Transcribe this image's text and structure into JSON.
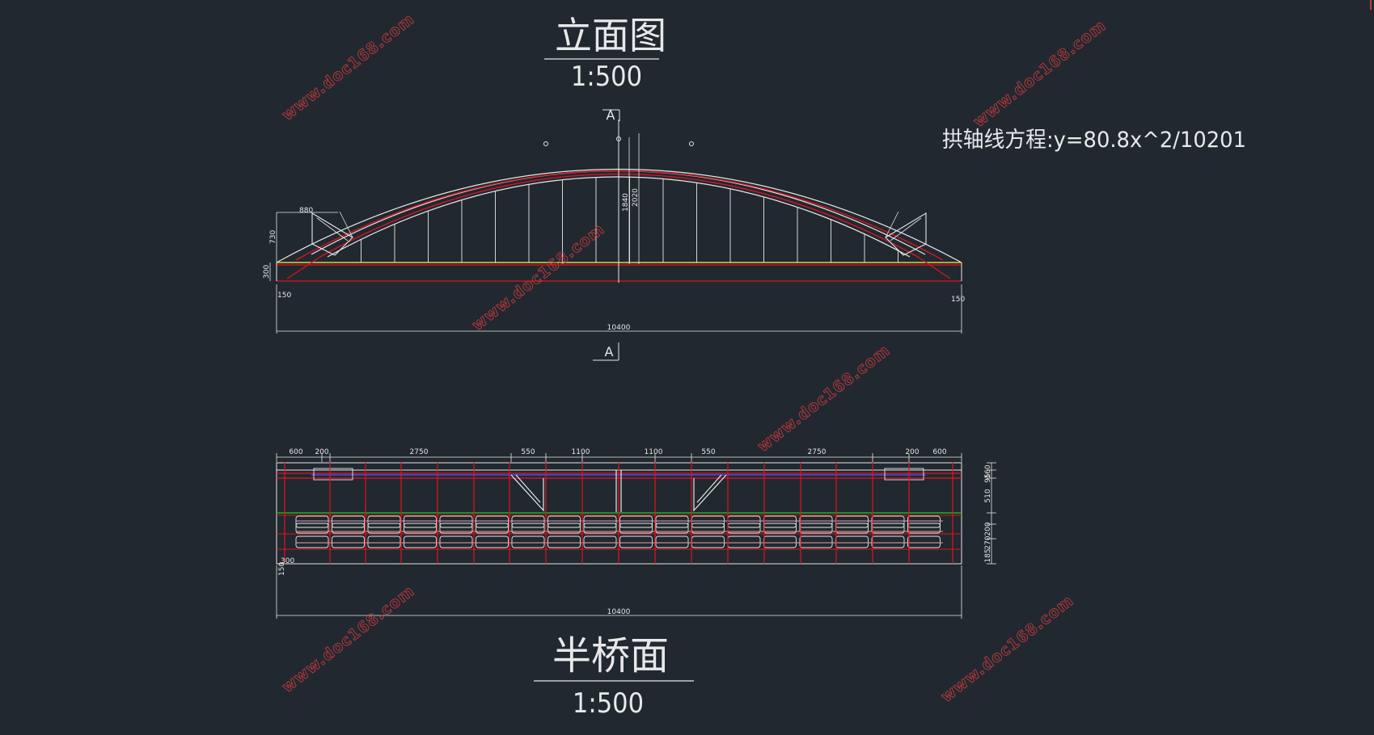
{
  "elevation": {
    "title": "立面图",
    "scale": "1:500",
    "section_mark": "A",
    "equation": "拱轴线方程:y=80.8x^2/10201",
    "dims": {
      "total_span": "10400",
      "skew_len": "880",
      "rise_left": "730",
      "deck_depth": "300",
      "end_left": "150",
      "end_right": "150",
      "crown_1": "1840",
      "crown_2": "2020"
    }
  },
  "plan": {
    "title": "半桥面",
    "scale": "1:500",
    "dims_top": [
      "600",
      "200",
      "2750",
      "550",
      "1100",
      "1100",
      "550",
      "2750",
      "200",
      "600"
    ],
    "dims_right": [
      "160",
      "95",
      "510",
      "200",
      "270",
      "185"
    ],
    "total_span": "10400",
    "left_a": "300",
    "left_b": "150"
  },
  "watermark": "www.doc168.com",
  "colors": {
    "background": "#212830",
    "line_white": "#e8e8e8",
    "line_red": "#e0141e",
    "line_yellow": "#e0d23a",
    "line_green": "#1db31d",
    "line_blue": "#4a4ae6",
    "watermark": "#c23a3a"
  }
}
